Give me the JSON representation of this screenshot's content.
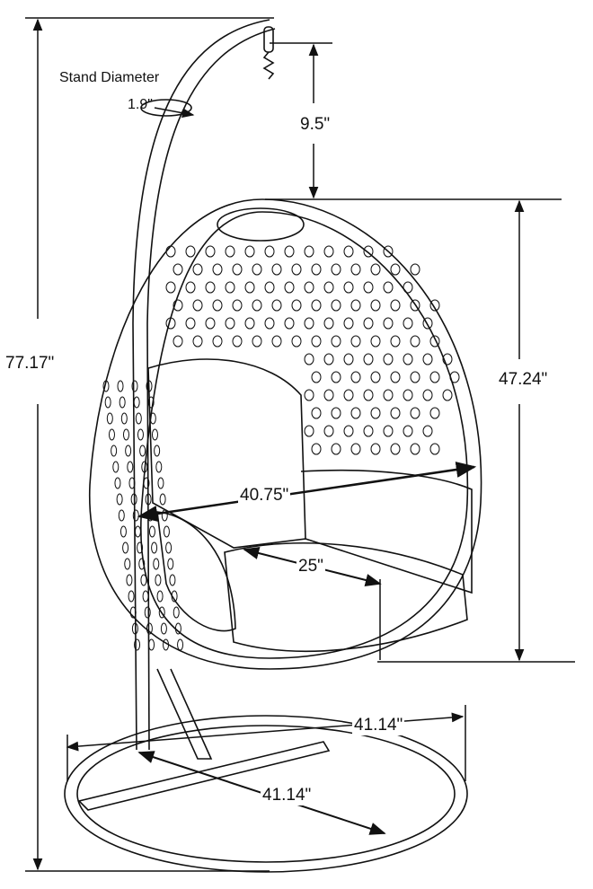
{
  "diagram": {
    "stand_diameter_label": "Stand Diameter",
    "stand_diameter_value": "1.9\"",
    "chain_length": "9.5\"",
    "total_height": "77.17\"",
    "chair_height": "47.24\"",
    "chair_width": "40.75\"",
    "seat_depth": "25\"",
    "base_width": "41.14\"",
    "base_depth": "41.14\""
  },
  "colors": {
    "line": "#111111",
    "background": "#ffffff"
  }
}
